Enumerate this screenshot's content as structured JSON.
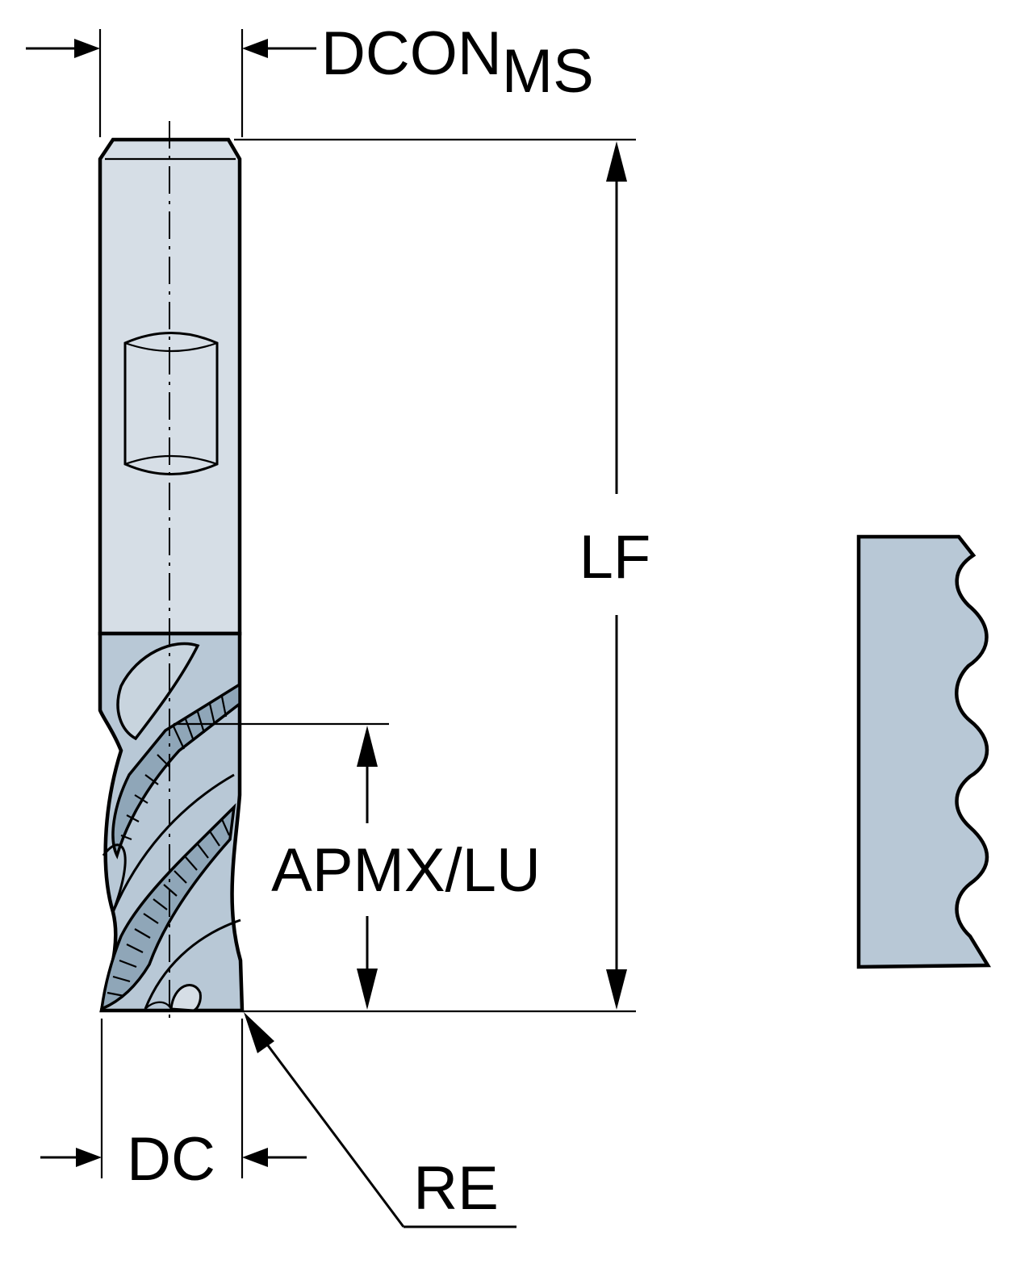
{
  "labels": {
    "dcon_main": "DCON",
    "dcon_sub": "MS",
    "lf": "LF",
    "apmx": "APMX/LU",
    "dc": "DC",
    "re": "RE"
  },
  "colors": {
    "shank_fill": "#d6dee6",
    "flute_fill": "#b8c8d6",
    "outline": "#000000",
    "background": "#ffffff"
  }
}
